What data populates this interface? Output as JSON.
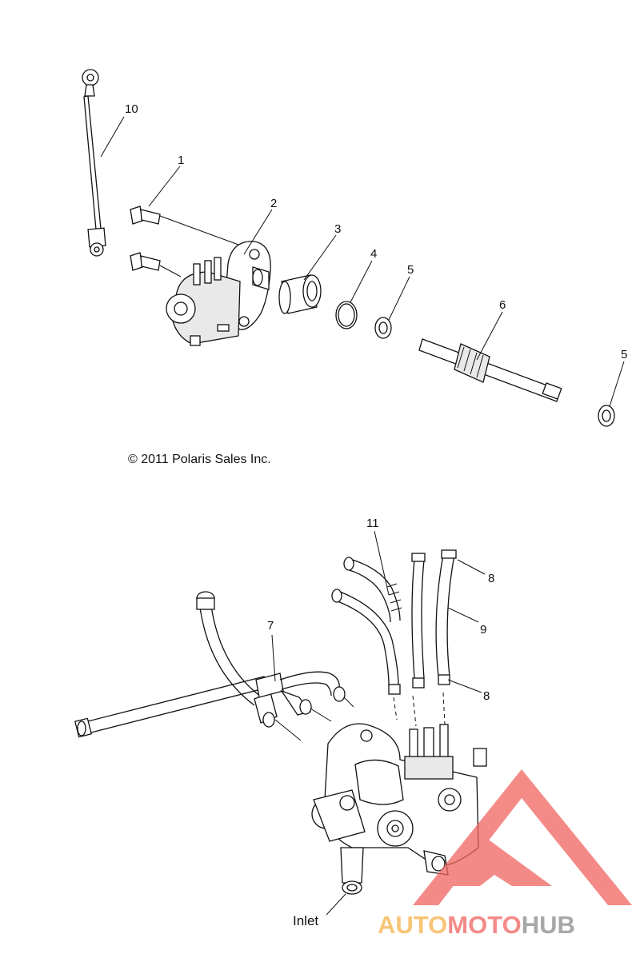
{
  "callouts": {
    "c1": "1",
    "c2": "2",
    "c3": "3",
    "c4": "4",
    "c5a": "5",
    "c6": "6",
    "c5b": "5",
    "c10": "10",
    "c11": "11",
    "c7": "7",
    "c8a": "8",
    "c9": "9",
    "c8b": "8"
  },
  "copyright": "© 2011 Polaris Sales Inc.",
  "inlet_label": "Inlet",
  "watermark": {
    "part1": "AUTO",
    "part2": "MOTO",
    "part3": "HUB",
    "color_primary": "#f0645f",
    "color_secondary": "#f6b24a",
    "color_dark": "#8a8a8a"
  }
}
